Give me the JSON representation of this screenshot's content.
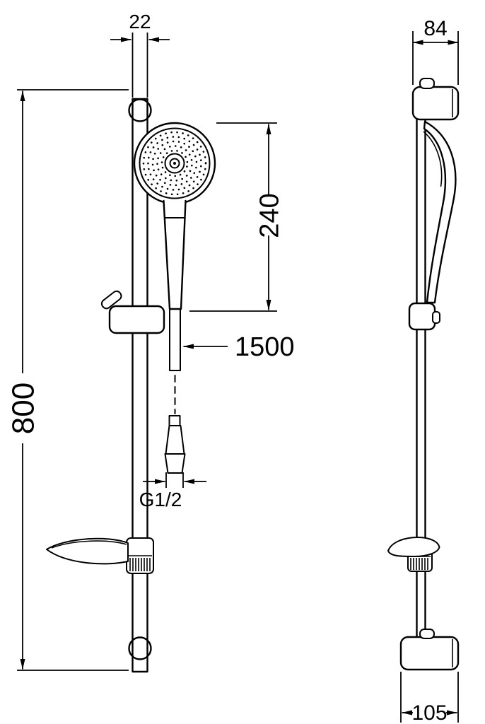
{
  "page": {
    "background": "#ffffff",
    "line_color": "#000000"
  },
  "dimensions": {
    "rail_width": "22",
    "head_to_holder": "240",
    "bar_length": "800",
    "hose_length": "1500",
    "thread": "G1/2",
    "top_bracket_depth": "84",
    "bottom_bracket_depth": "105"
  }
}
